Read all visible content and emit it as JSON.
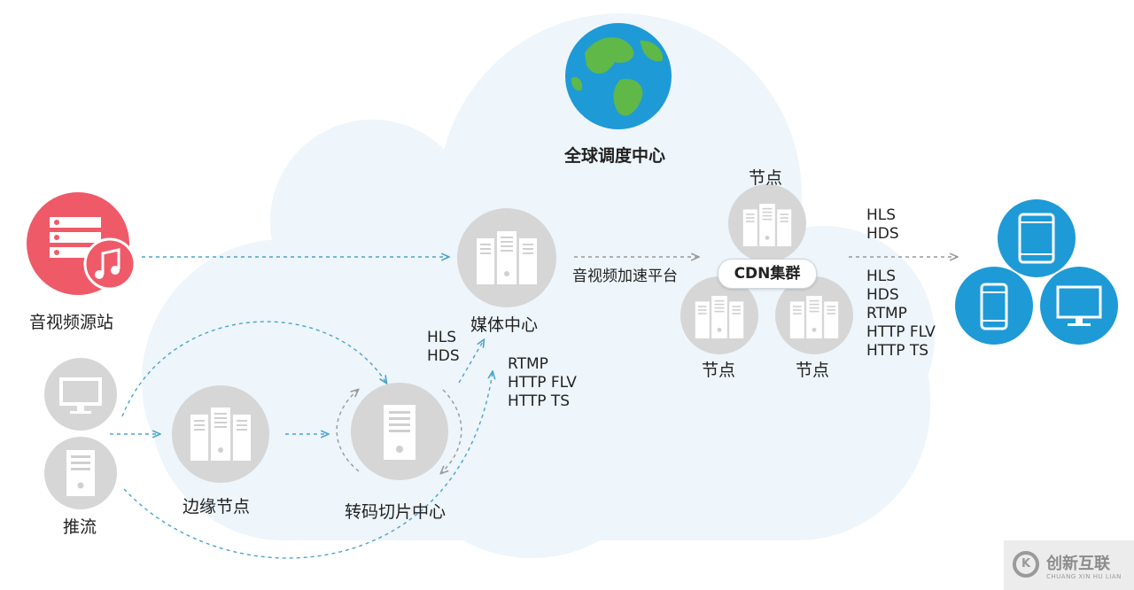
{
  "global_center": {
    "label": "全球调度中心"
  },
  "source": {
    "label": "音视频源站",
    "color": "#ef5a68"
  },
  "push": {
    "label": "推流"
  },
  "edge_node": {
    "label": "边缘节点"
  },
  "transcode": {
    "label": "转码切片中心"
  },
  "media_center": {
    "label": "媒体中心"
  },
  "platform": {
    "label": "音视频加速平台"
  },
  "cdn": {
    "cluster_label": "CDN集群",
    "nodes": [
      {
        "label": "节点"
      },
      {
        "label": "节点"
      },
      {
        "label": "节点"
      }
    ]
  },
  "protocols": {
    "transcode_to_media": [
      "HLS",
      "HDS"
    ],
    "push_to_media": [
      "RTMP",
      "HTTP FLV",
      "HTTP TS"
    ],
    "cdn_to_devices_top": [
      "HLS",
      "HDS"
    ],
    "cdn_to_devices_bottom": [
      "HLS",
      "HDS",
      "RTMP",
      "HTTP FLV",
      "HTTP TS"
    ]
  },
  "devices": {
    "items": [
      {
        "icon": "tablet-icon"
      },
      {
        "icon": "phone-icon"
      },
      {
        "icon": "monitor-icon"
      }
    ],
    "color": "#1e9ad6"
  },
  "watermark": {
    "name": "创新互联",
    "sub": "CHUANG XIN HU LIAN"
  },
  "colors": {
    "cloud": "#eef5fb",
    "server_circle": "#d6d6d6",
    "arrow": "#4aa3d0",
    "arrow_gray": "#999999",
    "globe_sea": "#1e9ad6",
    "globe_land": "#5fb848"
  }
}
